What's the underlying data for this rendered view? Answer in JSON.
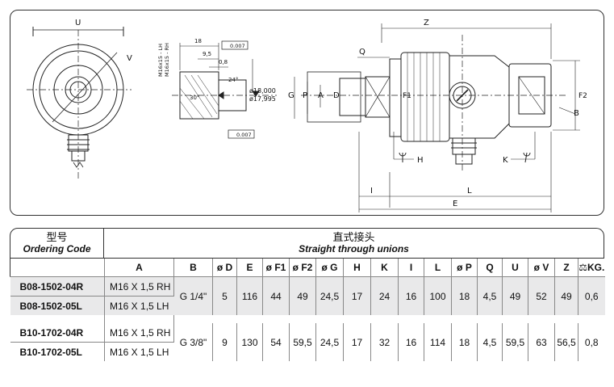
{
  "drawing": {
    "dim_U": "U",
    "dim_V": "V",
    "thread_labels": [
      "M16x15 - LH",
      "M16x15 - RH"
    ],
    "detail_dims": [
      "18",
      "9,5",
      "0,8"
    ],
    "angle_24": "24°",
    "angle_30": "30°",
    "tol_top": "0.007",
    "tol_bottom": "0.007",
    "dia_max": "ø18,000",
    "dia_min": "ø17,995",
    "dim_Z": "Z",
    "dim_Q": "Q",
    "side_labels": [
      "G",
      "P",
      "A",
      "D"
    ],
    "dim_F1": "F1",
    "dim_F2": "F2",
    "dim_B": "B",
    "dim_H": "H",
    "dim_K": "K",
    "dim_I": "I",
    "dim_L": "L",
    "dim_E": "E"
  },
  "table": {
    "code_title_zh": "型号",
    "code_title_en": "Ordering Code",
    "union_title_zh": "直式接头",
    "union_title_en": "Straight through unions",
    "columns": [
      "A",
      "B",
      "ø D",
      "E",
      "ø F1",
      "ø F2",
      "ø G",
      "H",
      "K",
      "I",
      "L",
      "ø P",
      "Q",
      "U",
      "ø V",
      "Z",
      "KG."
    ],
    "groups": [
      {
        "codes": [
          "B08-1502-04R",
          "B08-1502-05L"
        ],
        "a_values": [
          "M16 X 1,5  RH",
          "M16 X 1,5  LH"
        ],
        "values": [
          "G 1/4\"",
          "5",
          "116",
          "44",
          "49",
          "24,5",
          "17",
          "24",
          "16",
          "100",
          "18",
          "4,5",
          "49",
          "52",
          "49",
          "0,6"
        ]
      },
      {
        "codes": [
          "B10-1702-04R",
          "B10-1702-05L"
        ],
        "a_values": [
          "M16 X 1,5  RH",
          "M16 X 1,5  LH"
        ],
        "values": [
          "G 3/8\"",
          "9",
          "130",
          "54",
          "59,5",
          "24,5",
          "17",
          "32",
          "16",
          "114",
          "18",
          "4,5",
          "59,5",
          "63",
          "56,5",
          "0,8"
        ]
      }
    ]
  }
}
